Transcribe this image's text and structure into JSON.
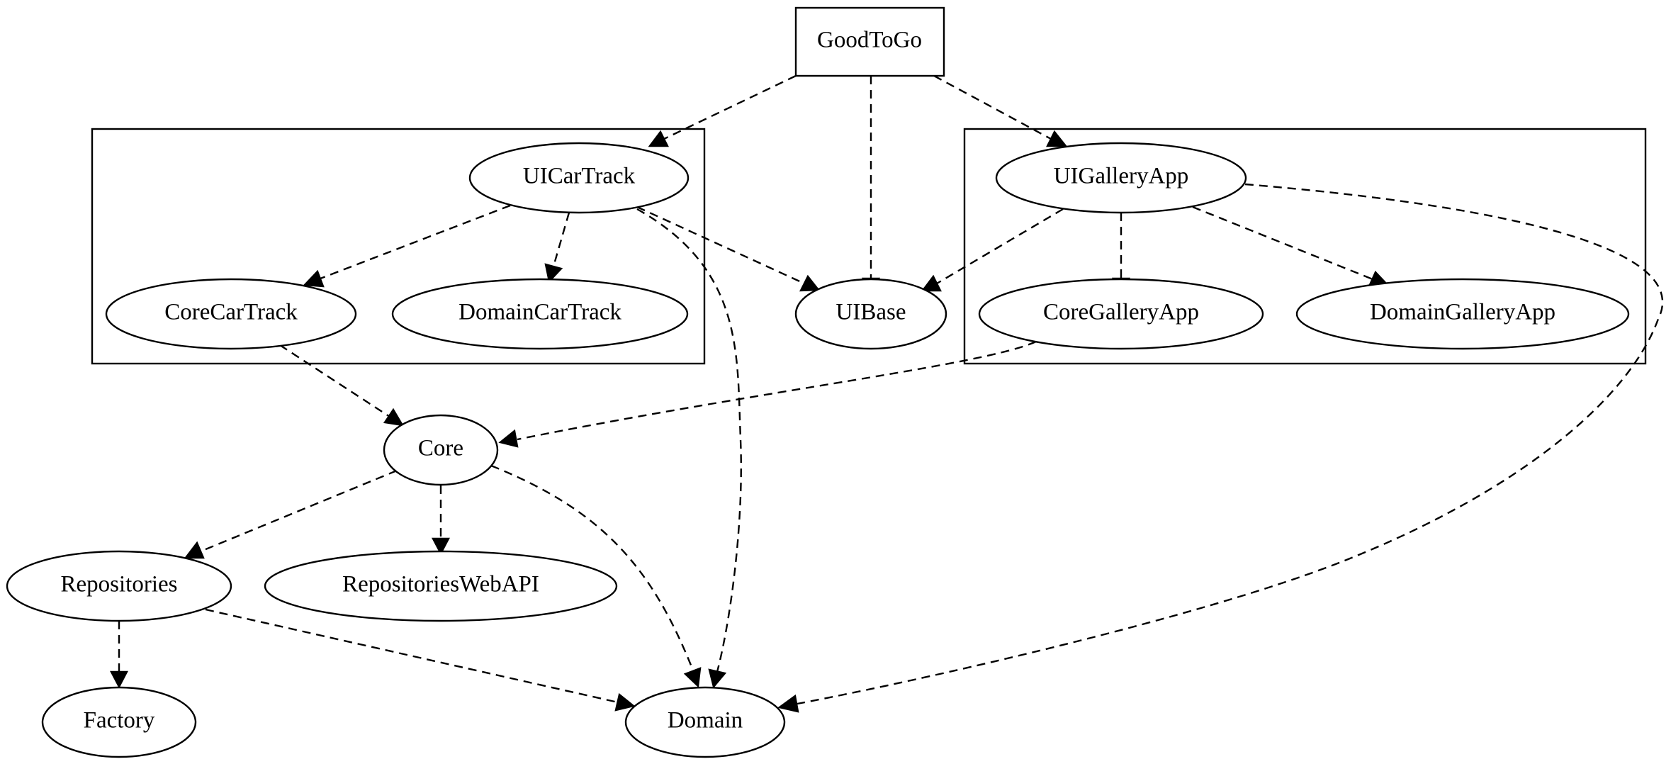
{
  "diagram": {
    "type": "dependency-graph",
    "edge_style": "dashed",
    "clusters": [
      {
        "id": "cluster-cartrack",
        "members": [
          "UICarTrack",
          "CoreCarTrack",
          "DomainCarTrack"
        ]
      },
      {
        "id": "cluster-galleryapp",
        "members": [
          "UIGalleryApp",
          "CoreGalleryApp",
          "DomainGalleryApp"
        ]
      }
    ],
    "nodes": [
      {
        "id": "GoodToGo",
        "label": "GoodToGo",
        "shape": "box"
      },
      {
        "id": "UICarTrack",
        "label": "UICarTrack",
        "shape": "ellipse"
      },
      {
        "id": "CoreCarTrack",
        "label": "CoreCarTrack",
        "shape": "ellipse"
      },
      {
        "id": "DomainCarTrack",
        "label": "DomainCarTrack",
        "shape": "ellipse"
      },
      {
        "id": "UIBase",
        "label": "UIBase",
        "shape": "ellipse"
      },
      {
        "id": "UIGalleryApp",
        "label": "UIGalleryApp",
        "shape": "ellipse"
      },
      {
        "id": "CoreGalleryApp",
        "label": "CoreGalleryApp",
        "shape": "ellipse"
      },
      {
        "id": "DomainGalleryApp",
        "label": "DomainGalleryApp",
        "shape": "ellipse"
      },
      {
        "id": "Core",
        "label": "Core",
        "shape": "ellipse"
      },
      {
        "id": "Repositories",
        "label": "Repositories",
        "shape": "ellipse"
      },
      {
        "id": "RepositoriesWebAPI",
        "label": "RepositoriesWebAPI",
        "shape": "ellipse"
      },
      {
        "id": "Factory",
        "label": "Factory",
        "shape": "ellipse"
      },
      {
        "id": "Domain",
        "label": "Domain",
        "shape": "ellipse"
      }
    ],
    "edges": [
      {
        "from": "GoodToGo",
        "to": "UICarTrack"
      },
      {
        "from": "GoodToGo",
        "to": "UIBase"
      },
      {
        "from": "GoodToGo",
        "to": "UIGalleryApp"
      },
      {
        "from": "UICarTrack",
        "to": "CoreCarTrack"
      },
      {
        "from": "UICarTrack",
        "to": "DomainCarTrack"
      },
      {
        "from": "UICarTrack",
        "to": "UIBase"
      },
      {
        "from": "UICarTrack",
        "to": "Domain"
      },
      {
        "from": "UIGalleryApp",
        "to": "UIBase"
      },
      {
        "from": "UIGalleryApp",
        "to": "CoreGalleryApp"
      },
      {
        "from": "UIGalleryApp",
        "to": "DomainGalleryApp"
      },
      {
        "from": "UIGalleryApp",
        "to": "Domain"
      },
      {
        "from": "CoreCarTrack",
        "to": "Core"
      },
      {
        "from": "CoreGalleryApp",
        "to": "Core"
      },
      {
        "from": "Core",
        "to": "Repositories"
      },
      {
        "from": "Core",
        "to": "RepositoriesWebAPI"
      },
      {
        "from": "Core",
        "to": "Domain"
      },
      {
        "from": "Repositories",
        "to": "Factory"
      },
      {
        "from": "Repositories",
        "to": "Domain"
      }
    ]
  }
}
